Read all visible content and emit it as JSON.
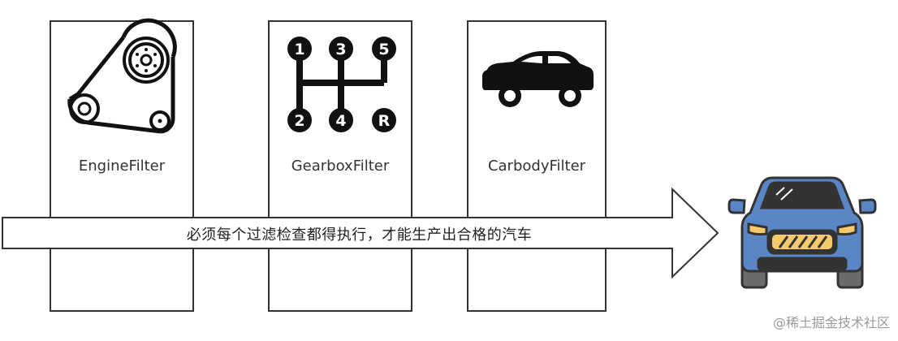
{
  "filters": [
    {
      "label": "EngineFilter",
      "icon": "engine-belt-icon"
    },
    {
      "label": "GearboxFilter",
      "icon": "gear-shift-icon"
    },
    {
      "label": "CarbodyFilter",
      "icon": "car-body-icon"
    }
  ],
  "gear_labels": [
    "1",
    "3",
    "5",
    "2",
    "4",
    "R"
  ],
  "arrow": {
    "text": "必须每个过滤检查都得执行，才能生产出合格的汽车"
  },
  "result": {
    "icon": "car-front-icon"
  },
  "watermark": "@稀土掘金技术社区",
  "colors": {
    "outline": "#333333",
    "car_body": "#5b86c5",
    "car_dark": "#333333",
    "grille": "#f6c96b"
  }
}
